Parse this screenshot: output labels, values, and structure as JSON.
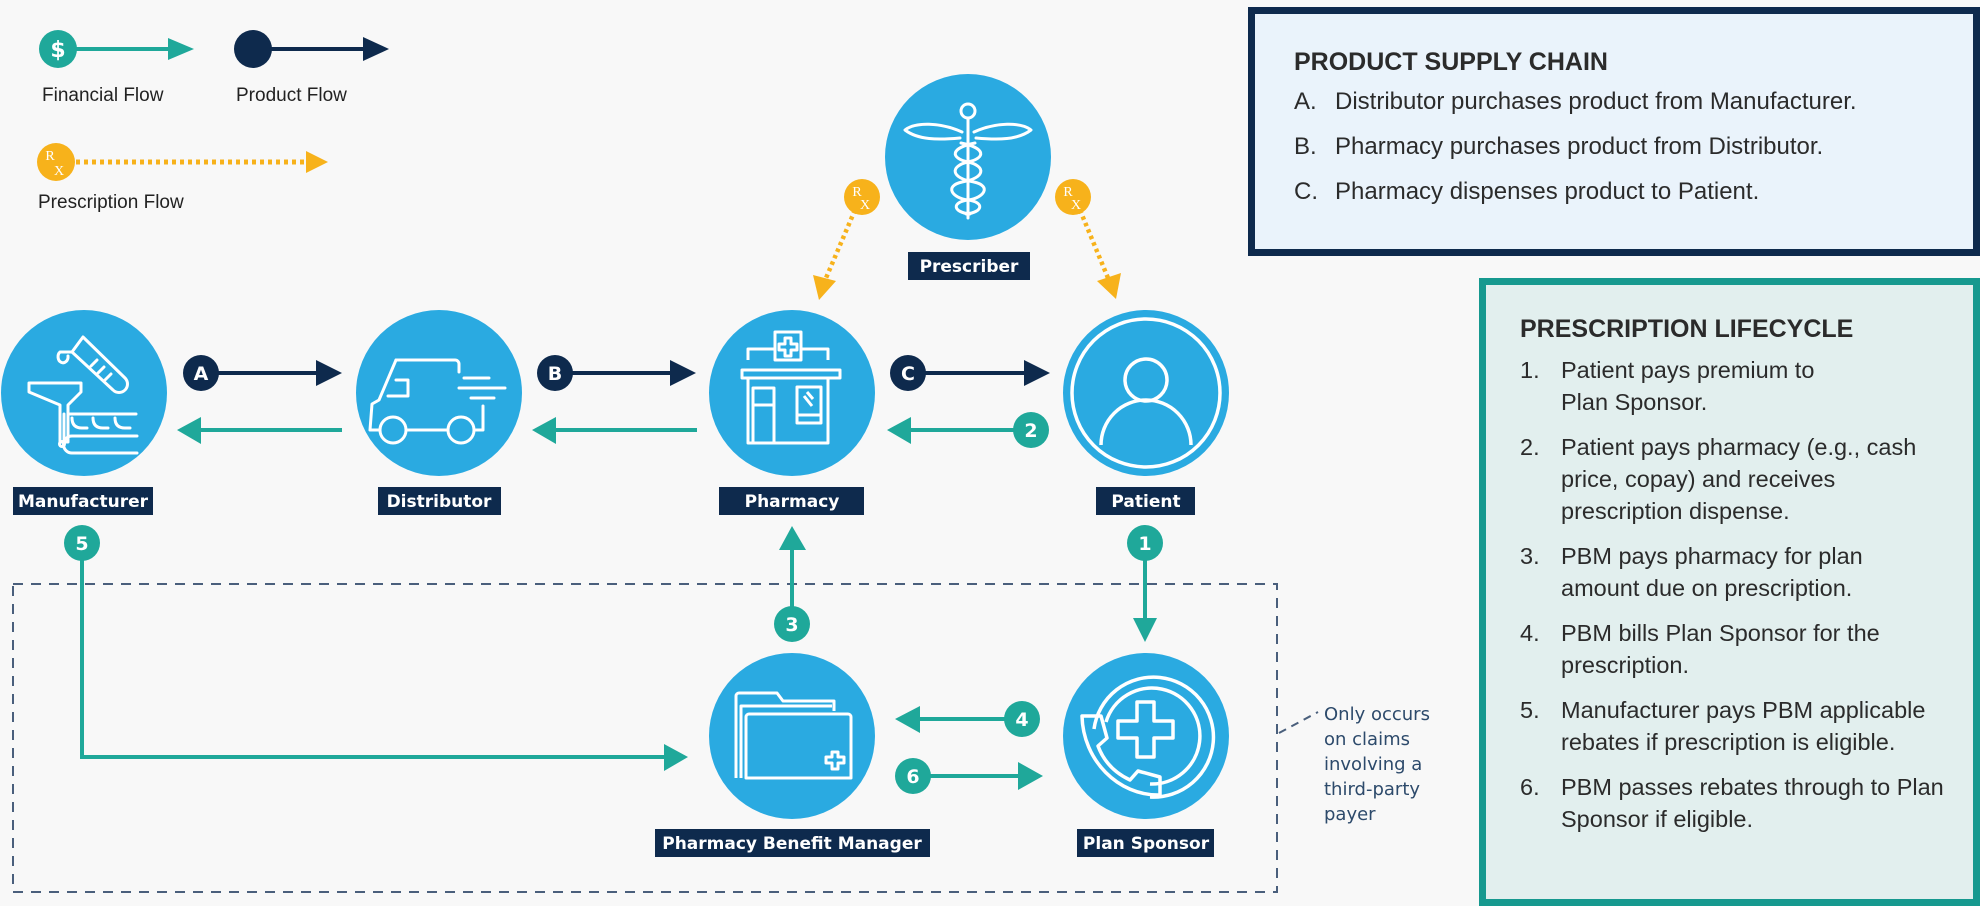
{
  "colors": {
    "financial": "#1fa89a",
    "product": "#0e2a4d",
    "prescription": "#f7b21b",
    "node": "#2aaae1",
    "label_bg": "#0e2a4d",
    "dashed": "#4a5f7c"
  },
  "legend": {
    "financial": {
      "label": "Financial Flow",
      "icon": "dollar-icon",
      "glyph": "$"
    },
    "product": {
      "label": "Product Flow"
    },
    "prescription": {
      "label": "Prescription Flow",
      "icon": "rx-icon"
    }
  },
  "rx_glyph": {
    "r": "R",
    "x": "X"
  },
  "nodes": {
    "manufacturer": {
      "label": "Manufacturer",
      "icon": "factory-conveyor-icon"
    },
    "distributor": {
      "label": "Distributor",
      "icon": "delivery-van-icon"
    },
    "pharmacy": {
      "label": "Pharmacy",
      "icon": "pharmacy-storefront-icon"
    },
    "patient": {
      "label": "Patient",
      "icon": "person-icon"
    },
    "prescriber": {
      "label": "Prescriber",
      "icon": "caduceus-icon"
    },
    "pbm": {
      "label": "Pharmacy Benefit Manager",
      "icon": "medical-folder-icon"
    },
    "plan_sponsor": {
      "label": "Plan Sponsor",
      "icon": "medical-phone-icon"
    }
  },
  "product_flows": [
    {
      "id": "A",
      "from": "Manufacturer",
      "to": "Distributor"
    },
    {
      "id": "B",
      "from": "Distributor",
      "to": "Pharmacy"
    },
    {
      "id": "C",
      "from": "Pharmacy",
      "to": "Patient"
    }
  ],
  "financial_flows": [
    {
      "id": "",
      "from": "Distributor",
      "to": "Manufacturer"
    },
    {
      "id": "",
      "from": "Pharmacy",
      "to": "Distributor"
    },
    {
      "id": "1",
      "from": "Patient",
      "to": "Plan Sponsor"
    },
    {
      "id": "2",
      "from": "Patient",
      "to": "Pharmacy"
    },
    {
      "id": "3",
      "from": "Pharmacy Benefit Manager",
      "to": "Pharmacy"
    },
    {
      "id": "4",
      "from": "Plan Sponsor",
      "to": "Pharmacy Benefit Manager"
    },
    {
      "id": "5",
      "from": "Manufacturer",
      "to": "Pharmacy Benefit Manager"
    },
    {
      "id": "6",
      "from": "Pharmacy Benefit Manager",
      "to": "Plan Sponsor"
    }
  ],
  "prescription_flows": [
    {
      "from": "Prescriber",
      "to": "Pharmacy"
    },
    {
      "from": "Prescriber",
      "to": "Patient"
    }
  ],
  "third_party_note": [
    "Only occurs",
    "on claims",
    "involving a",
    "third-party",
    "payer"
  ],
  "supply_chain": {
    "title": "PRODUCT SUPPLY CHAIN",
    "items": [
      {
        "marker": "A.",
        "text": "Distributor purchases product from Manufacturer."
      },
      {
        "marker": "B.",
        "text": "Pharmacy purchases product from Distributor."
      },
      {
        "marker": "C.",
        "text": "Pharmacy dispenses product to Patient."
      }
    ]
  },
  "lifecycle": {
    "title": "PRESCRIPTION LIFECYCLE",
    "items": [
      {
        "marker": "1.",
        "text": "Patient pays premium to Plan Sponsor."
      },
      {
        "marker": "2.",
        "text": "Patient pays pharmacy (e.g., cash price, copay) and receives prescription dispense."
      },
      {
        "marker": "3.",
        "text": "PBM pays pharmacy for plan amount due on prescription."
      },
      {
        "marker": "4.",
        "text": "PBM bills Plan Sponsor for the prescription."
      },
      {
        "marker": "5.",
        "text": "Manufacturer pays PBM applicable rebates if prescription is eligible."
      },
      {
        "marker": "6.",
        "text": "PBM passes rebates through to Plan Sponsor if eligible."
      }
    ]
  }
}
